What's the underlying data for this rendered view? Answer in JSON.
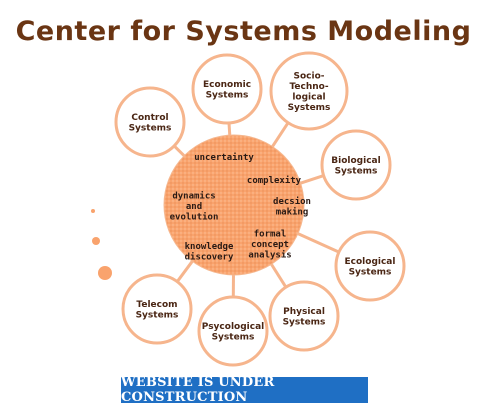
{
  "header": {
    "title": "Center for Systems Modeling"
  },
  "hub": {
    "fill": "#f9a36d",
    "concepts": [
      {
        "id": "uncertainty",
        "lines": [
          "uncertainty"
        ]
      },
      {
        "id": "complexity",
        "lines": [
          "complexity"
        ]
      },
      {
        "id": "dynamics-and-evolution",
        "lines": [
          "dynamics",
          "and",
          "evolution"
        ]
      },
      {
        "id": "decision-making",
        "lines": [
          "decsion",
          "making"
        ]
      },
      {
        "id": "formal-concept-analysis",
        "lines": [
          "formal",
          "concept",
          "analysis"
        ]
      },
      {
        "id": "knowledge-discovery",
        "lines": [
          "knowledge",
          "discovery"
        ]
      }
    ]
  },
  "systems": [
    {
      "id": "economic-systems",
      "lines": [
        "Economic",
        "Systems"
      ]
    },
    {
      "id": "socio-technological-systems",
      "lines": [
        "Socio-",
        "Techno-",
        "logical",
        "Systems"
      ]
    },
    {
      "id": "control-systems",
      "lines": [
        "Control",
        "Systems"
      ]
    },
    {
      "id": "biological-systems",
      "lines": [
        "Biological",
        "Systems"
      ]
    },
    {
      "id": "ecological-systems",
      "lines": [
        "Ecological",
        "Systems"
      ]
    },
    {
      "id": "physical-systems",
      "lines": [
        "Physical",
        "Systems"
      ]
    },
    {
      "id": "psycological-systems",
      "lines": [
        "Psycological",
        "Systems"
      ]
    },
    {
      "id": "telecom-systems",
      "lines": [
        "Telecom",
        "Systems"
      ]
    }
  ],
  "colors": {
    "title": "#6a3513",
    "node_stroke": "#f6b58d",
    "connector": "#f6b58d",
    "bubble": "#f9a36d",
    "banner_bg": "#1f6fc4",
    "banner_text": "#ffffff"
  },
  "banner": {
    "text": "WEBSITE IS UNDER CONSTRUCTION"
  }
}
